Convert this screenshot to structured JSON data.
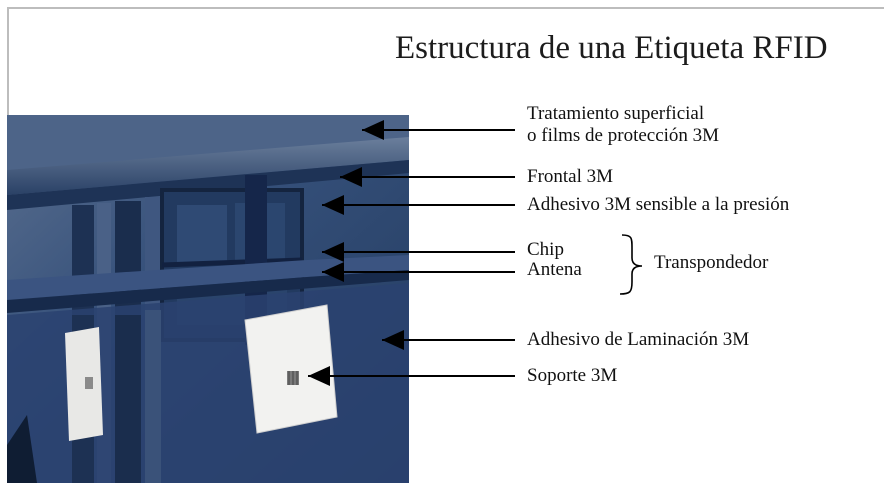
{
  "title": "Estructura de una Etiqueta RFID",
  "labels": {
    "tratamiento_line1": "Tratamiento superficial",
    "tratamiento_line2": "o films de protección 3M",
    "frontal": "Frontal 3M",
    "adhesivo_presion": "Adhesivo 3M sensible a la presión",
    "chip": "Chip",
    "antena": "Antena",
    "transpondedor": "Transpondedor",
    "adhesivo_laminacion": "Adhesivo de Laminación 3M",
    "soporte": "Soporte 3M"
  },
  "colors": {
    "crate_blue": "#2e4a73",
    "crate_dark": "#1a2c48",
    "label_white": "#f2f2f0"
  }
}
